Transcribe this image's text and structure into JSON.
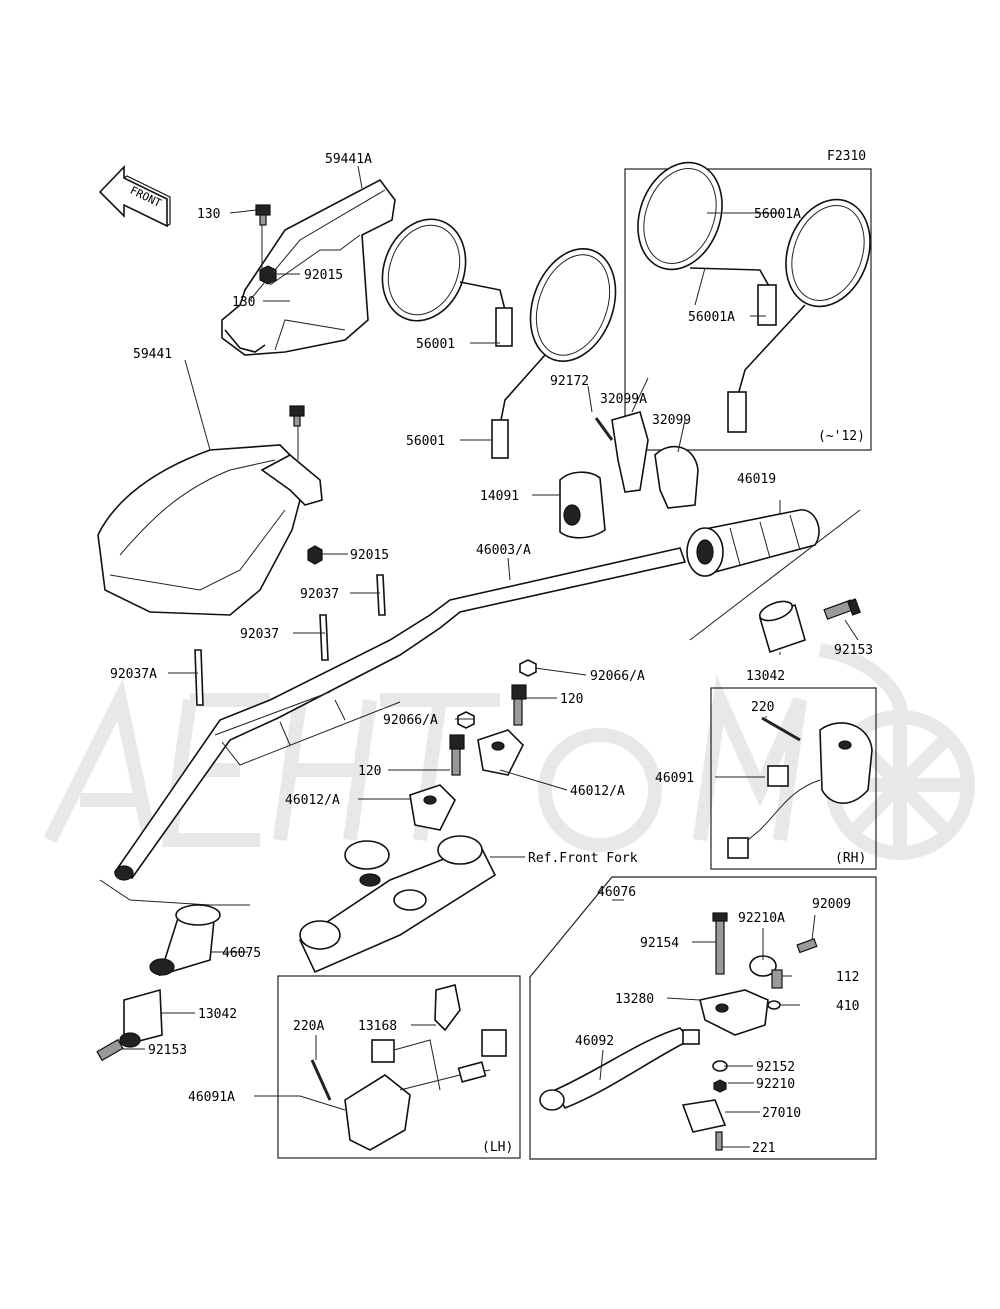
{
  "figure_code": "F2310",
  "front_marker": "FRONT",
  "boxes": {
    "mirror_variant_note": "(~'12)",
    "right_switch_note": "(RH)",
    "left_switch_note": "(LH)"
  },
  "labels": {
    "hand_guard_upper": "59441A",
    "bolt_upper": "130",
    "nut_upper": "92015",
    "bolt_lower": "130",
    "hand_guard_lower": "59441",
    "nut_lower": "92015",
    "band_upper": "92037",
    "band_middle": "92037",
    "band_lower": "92037A",
    "mirror_left": "56001",
    "mirror_right": "56001",
    "mirror_box_left": "56001A",
    "mirror_box_right": "56001A",
    "screw_throttle": "92172",
    "throttle_case_a": "32099A",
    "throttle_case": "32099",
    "throttle_housing": "14091",
    "throttle_grip": "46019",
    "handlebar": "46003/A",
    "bar_end_weight_r": "13042",
    "bar_end_screw_r": "92153",
    "collar_upper": "92066/A",
    "clamp_bolt_upper": "120",
    "collar_lower": "92066/A",
    "clamp_bolt_lower": "120",
    "holder_left": "46012/A",
    "holder_right": "46012/A",
    "front_fork_ref": "Ref.Front Fork",
    "switch_screw_r": "220",
    "switch_right": "46091",
    "grip_left": "46075",
    "bar_end_weight_l": "13042",
    "bar_end_screw_l": "92153",
    "lever_assy": "46076",
    "pivot_bolt": "92154",
    "lever_adjuster": "92210A",
    "adjuster_screw": "92009",
    "screw_112": "112",
    "lever_holder": "13280",
    "washer_410": "410",
    "lever": "46092",
    "nut_92152": "92152",
    "nut_92210": "92210",
    "stop_switch": "27010",
    "screw_221": "221",
    "switch_screw_l": "220A",
    "bracket_13168": "13168",
    "switch_left": "46091A"
  }
}
